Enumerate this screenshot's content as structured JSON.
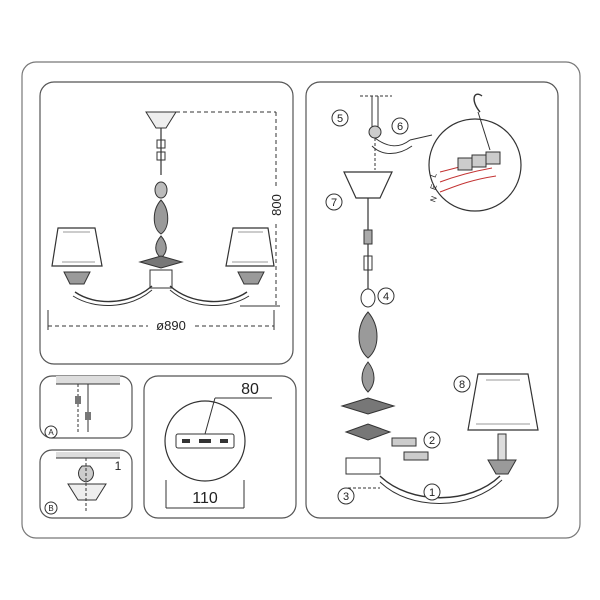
{
  "dimensions": {
    "height": "800",
    "diameter": "ø890",
    "bracket_height": "80",
    "bracket_width": "110"
  },
  "variants": {
    "a": "A",
    "b": "B",
    "b_note": "1"
  },
  "steps": {
    "s1": "1",
    "s2": "2",
    "s3": "3",
    "s4": "4",
    "s5": "5",
    "s6": "6",
    "s7": "7",
    "s8": "8"
  },
  "wiring": {
    "l": "L",
    "e": "E",
    "n": "N"
  },
  "colors": {
    "frame": "#555555",
    "line": "#333333",
    "glass": "#9a9a9a",
    "wire_red": "#c33333"
  }
}
